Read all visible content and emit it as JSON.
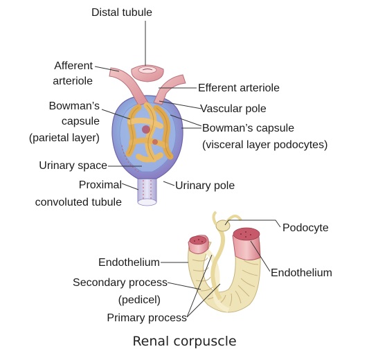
{
  "labels": {
    "distal_tubule": "Distal tubule",
    "afferent_arteriole_1": "Afferent",
    "afferent_arteriole_2": "arteriole",
    "efferent_arteriole": "Efferent arteriole",
    "bowmans_parietal_1": "Bowman’s",
    "bowmans_parietal_2": "capsule",
    "bowmans_parietal_3": "(parietal layer)",
    "vascular_pole": "Vascular pole",
    "bowmans_visceral_1": "Bowman’s capsule",
    "bowmans_visceral_2": "(visceral layer podocytes)",
    "urinary_space": "Urinary space",
    "proximal_1": "Proximal",
    "proximal_2": "convoluted tubule",
    "urinary_pole": "Urinary pole",
    "podocyte": "Podocyte",
    "endothelium_left": "Endothelium",
    "endothelium_right": "Endothelium",
    "secondary_process_1": "Secondary process",
    "secondary_process_2": "(pedicel)",
    "primary_process": "Primary process"
  },
  "caption": "Renal corpuscle",
  "colors": {
    "capsule_blue": "#7d9fd6",
    "capsule_violet": "#a68fcf",
    "arteriole_pink": "#e3a5a8",
    "glomerulus_tan": "#e4b55f",
    "capillary_red": "#b8485a",
    "podocyte_cream": "#efe4b8",
    "leader_line": "#333333"
  }
}
